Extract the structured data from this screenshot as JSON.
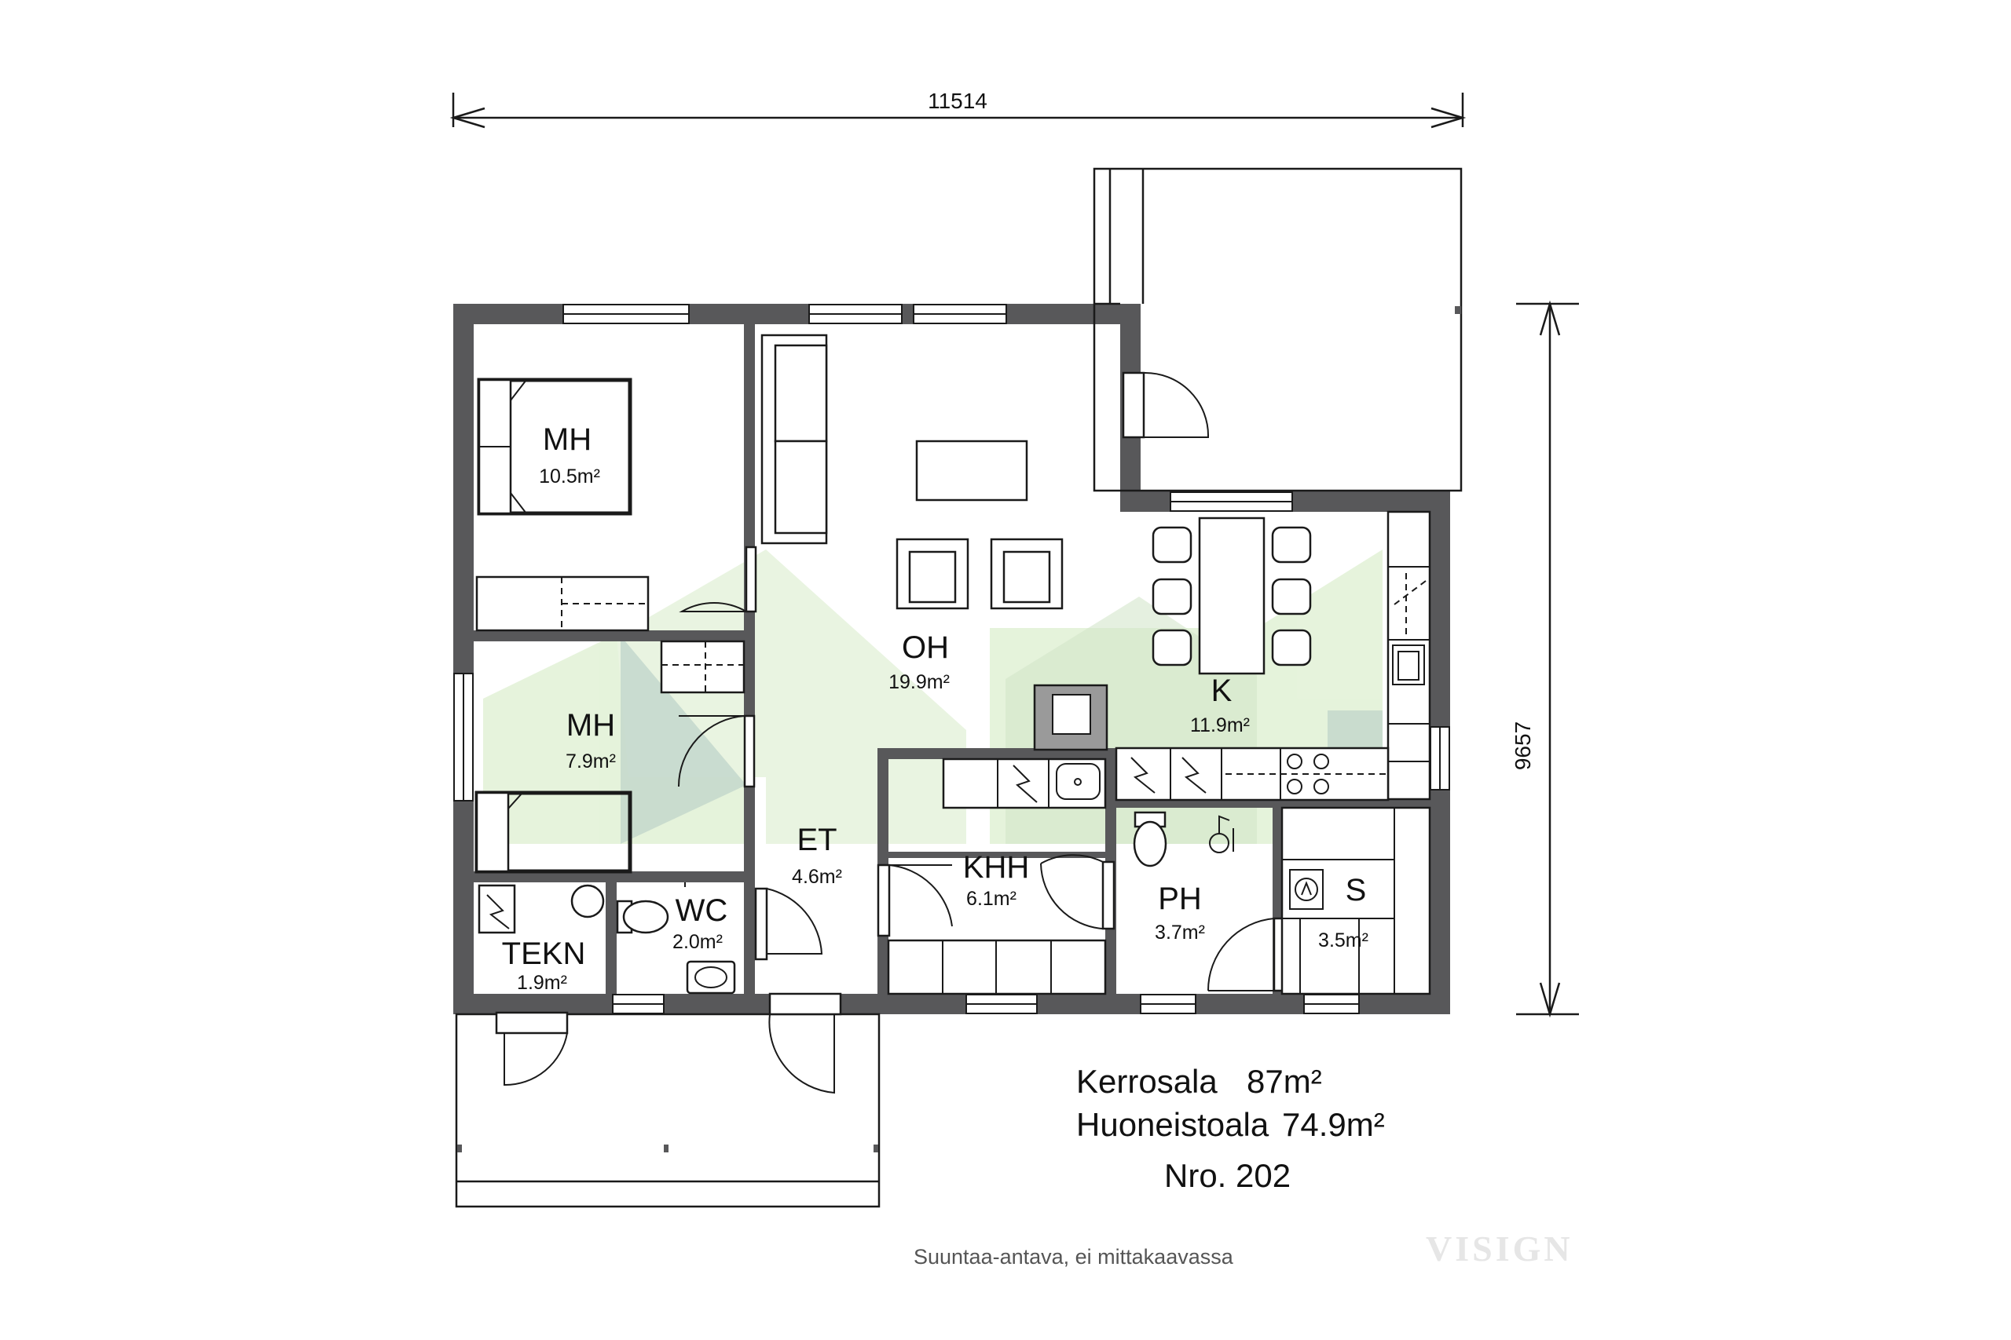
{
  "dimensions": {
    "width": "11514",
    "height": "9657"
  },
  "rooms": [
    {
      "id": "mh1",
      "name": "MH",
      "area": "10.5m²"
    },
    {
      "id": "mh2",
      "name": "MH",
      "area": "7.9m²"
    },
    {
      "id": "oh",
      "name": "OH",
      "area": "19.9m²"
    },
    {
      "id": "k",
      "name": "K",
      "area": "11.9m²"
    },
    {
      "id": "et",
      "name": "ET",
      "area": "4.6m²"
    },
    {
      "id": "khh",
      "name": "KHH",
      "area": "6.1m²"
    },
    {
      "id": "ph",
      "name": "PH",
      "area": "3.7m²"
    },
    {
      "id": "s",
      "name": "S",
      "area": "3.5m²"
    },
    {
      "id": "wc",
      "name": "WC",
      "area": "2.0m²"
    },
    {
      "id": "tekn",
      "name": "TEKN",
      "area": "1.9m²"
    }
  ],
  "summary": {
    "kerrosala_label": "Kerrosala",
    "kerrosala_value": "87m²",
    "huoneistoala_label": "Huoneistoala",
    "huoneistoala_value": "74.9m²",
    "number": "Nro. 202"
  },
  "note": "Suuntaa-antava, ei mittakaavassa",
  "watermark": "VISIGN",
  "colors": {
    "wall": "#58585a",
    "logo_green": "#dcefcf",
    "logo_grey": "#b3c9c0"
  }
}
